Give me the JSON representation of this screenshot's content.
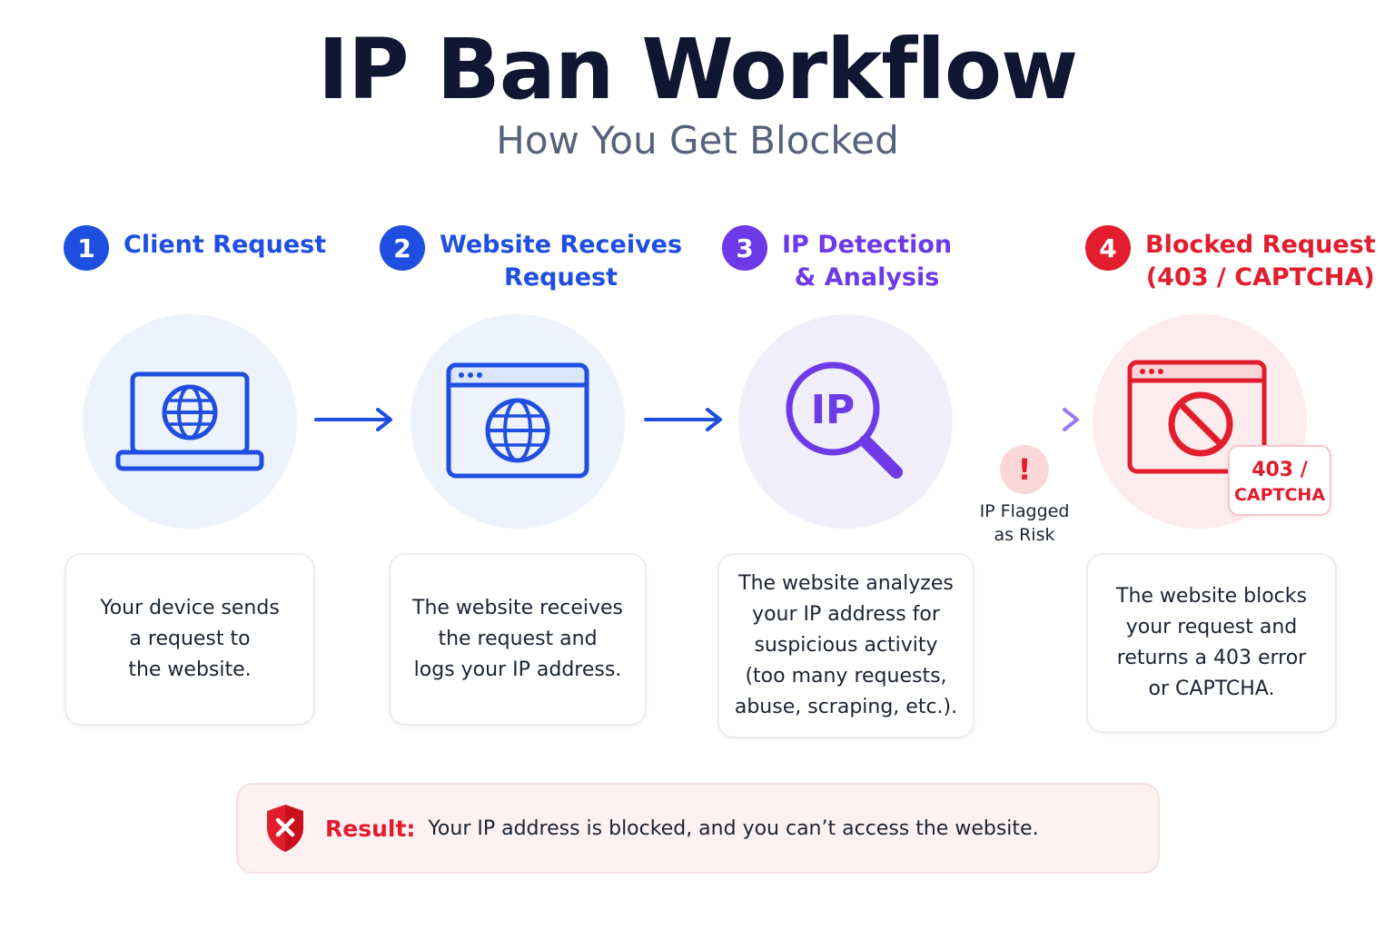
{
  "title": "IP Ban Workflow",
  "subtitle": "How You Get Blocked",
  "colors": {
    "blue": "#1f4fe0",
    "purple": "#6d3ae8",
    "red": "#e11d2e",
    "blue_bg": "#eef2fd",
    "purple_bg": "#f1eefc",
    "red_bg": "#fdeced"
  },
  "steps": [
    {
      "number": "1",
      "title": "Client Request",
      "icon": "laptop-globe-icon",
      "description": "Your device sends\na request to\nthe website."
    },
    {
      "number": "2",
      "title": "Website Receives\nRequest",
      "icon": "browser-globe-icon",
      "description": "The website receives\nthe request and\nlogs your IP address."
    },
    {
      "number": "3",
      "title": "IP Detection\n& Analysis",
      "icon": "ip-magnifier-icon",
      "icon_text": "IP",
      "description": "The website analyzes\nyour IP address for\nsuspicious activity\n(too many requests,\nabuse, scraping, etc.)."
    },
    {
      "number": "4",
      "title": "Blocked Request\n(403 / CAPTCHA)",
      "icon": "browser-blocked-icon",
      "description": "The website blocks\nyour request and\nreturns a 403 error\nor CAPTCHA."
    }
  ],
  "flag": {
    "symbol": "!",
    "text": "IP Flagged\nas Risk"
  },
  "code_box": {
    "line1": "403 /",
    "line2": "CAPTCHA"
  },
  "result": {
    "label": "Result:",
    "text": "Your IP address is blocked, and you can’t access the website."
  }
}
